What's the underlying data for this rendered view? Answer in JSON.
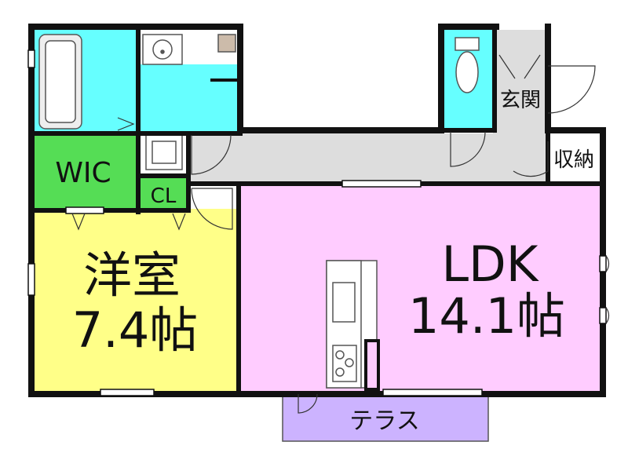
{
  "labels": {
    "wic": "WIC",
    "cl": "CL",
    "entrance": "玄関",
    "storage": "収納",
    "western_room_name": "洋室",
    "western_room_size": "7.4帖",
    "ldk_name": "LDK",
    "ldk_size": "14.1帖",
    "terrace": "テラス"
  },
  "colors": {
    "bath": "#66ffff",
    "wic": "#55dd55",
    "western_room": "#ffff88",
    "ldk": "#ffccff",
    "hall": "#dddddd",
    "terrace": "#ccb3ff",
    "wall": "#111111"
  }
}
